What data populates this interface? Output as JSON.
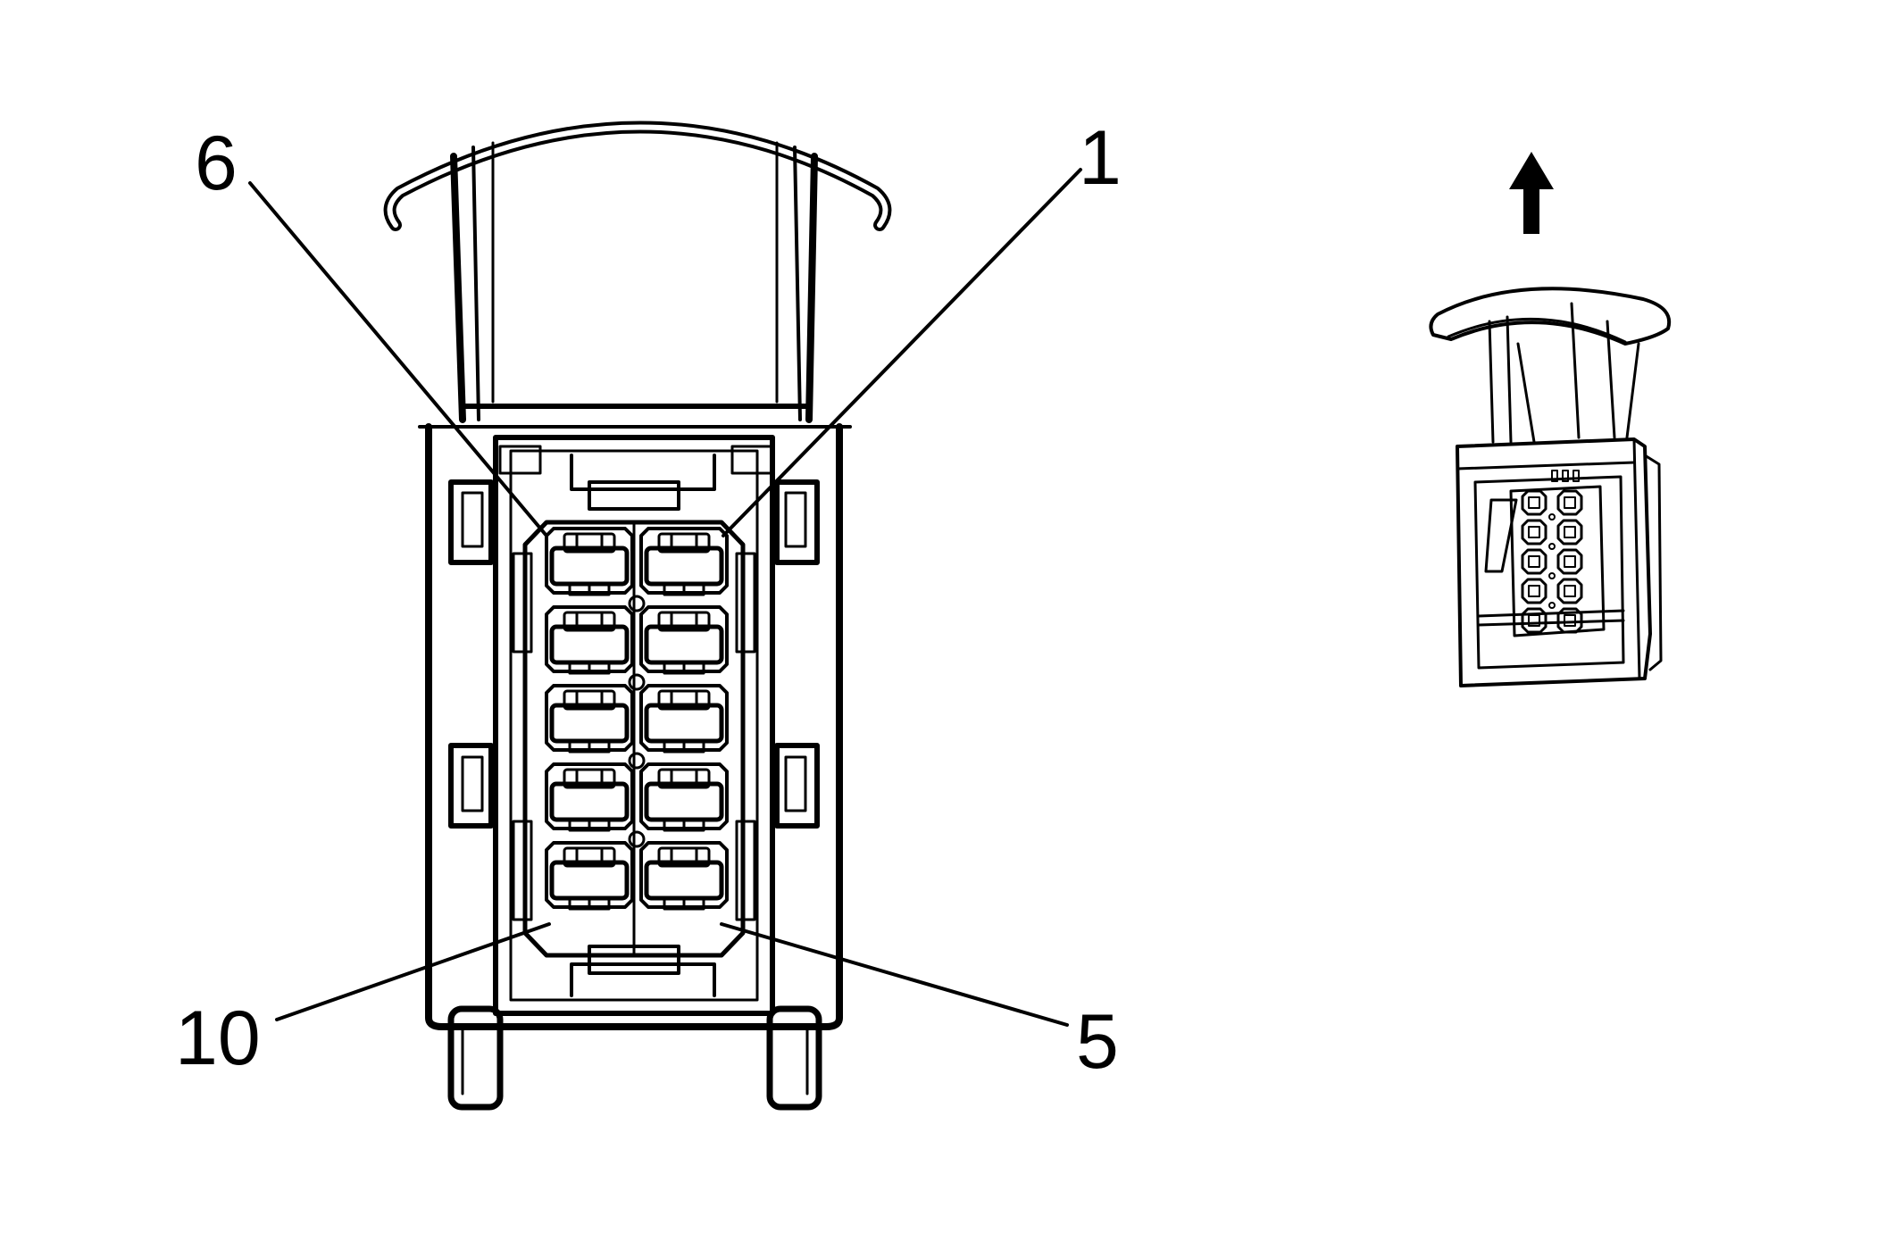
{
  "callouts": [
    {
      "id": "pin-6",
      "label": "6"
    },
    {
      "id": "pin-1",
      "label": "1"
    },
    {
      "id": "pin-10",
      "label": "10"
    },
    {
      "id": "pin-5",
      "label": "5"
    }
  ],
  "icons": {
    "main": "connector-face-view-icon",
    "inset": "connector-perspective-icon",
    "arrow": "arrow-up-icon"
  },
  "colors": {
    "line": "#000000",
    "background": "#ffffff"
  }
}
